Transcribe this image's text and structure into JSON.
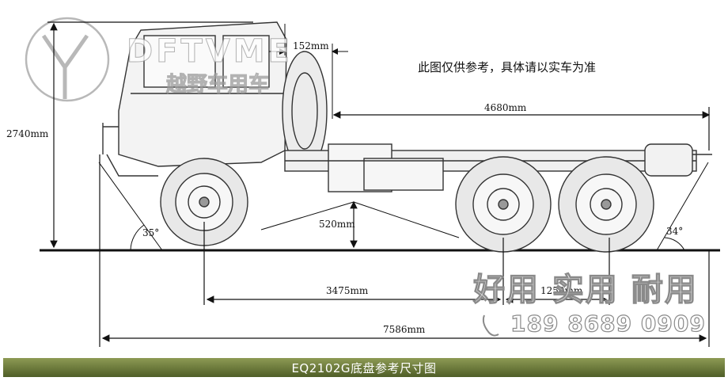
{
  "logo": {
    "brand": "DFTVME",
    "sub": "越野车用车"
  },
  "note": "此图仅供参考，具体请以实车为准",
  "dimensions": {
    "height": "2740mm",
    "front_overhang_gap": "152mm",
    "rear_length": "4680mm",
    "ground_clearance": "520mm",
    "wheelbase": "3475mm",
    "axle_spacing": "1250mm",
    "overall_length": "7586mm",
    "approach_angle": "35°",
    "departure_angle": "34°"
  },
  "slogan": "好用 实用 耐用",
  "phone": "189 8689 0909",
  "footer_title": "EQ2102G底盘参考尺寸图",
  "colors": {
    "footer_top": "#8d9a54",
    "footer_bottom": "#4f5e27"
  }
}
